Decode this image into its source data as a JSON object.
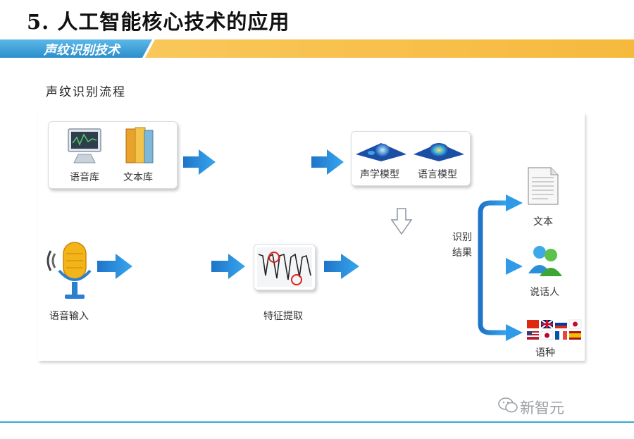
{
  "header": {
    "title": "5. 人工智能核心技术的应用",
    "section": "声纹识别技术"
  },
  "subtitle": "声纹识别流程",
  "nodes": {
    "speech_db": "语音库",
    "text_db": "文本库",
    "acoustic_model": "声学模型",
    "language_model": "语言模型",
    "speech_input": "语音输入",
    "feature_extraction": "特征提取",
    "result_line1": "识别",
    "result_line2": "结果",
    "output_text": "文本",
    "output_speaker": "说话人",
    "output_language": "语种"
  },
  "watermark": "新智元",
  "colors": {
    "banner_blue": "#3a9fd6",
    "banner_orange": "#f7c14f",
    "arrow_blue": "#2b8fd6",
    "accent_red": "#e02020"
  }
}
